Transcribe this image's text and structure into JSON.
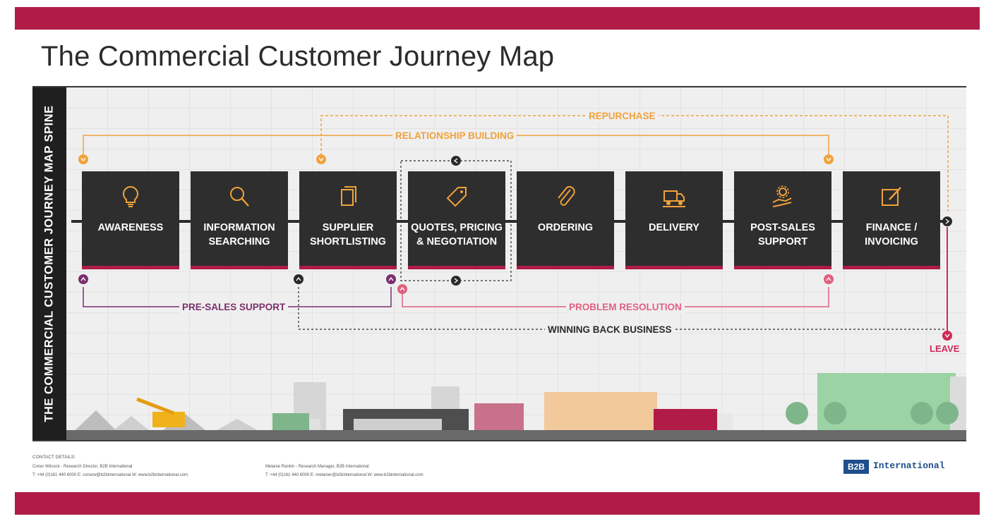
{
  "title": "The Commercial Customer Journey Map",
  "spine_title": "THE COMMERCIAL CUSTOMER JOURNEY MAP SPINE",
  "stages": [
    {
      "label": "AWARENESS",
      "icon": "lightbulb-icon"
    },
    {
      "label": "INFORMATION SEARCHING",
      "icon": "magnifier-icon"
    },
    {
      "label": "SUPPLIER SHORTLISTING",
      "icon": "document-icon"
    },
    {
      "label": "QUOTES, PRICING & NEGOTIATION",
      "icon": "price-tag-icon"
    },
    {
      "label": "ORDERING",
      "icon": "paperclip-icon"
    },
    {
      "label": "DELIVERY",
      "icon": "delivery-truck-icon"
    },
    {
      "label": "POST-SALES SUPPORT",
      "icon": "gear-hand-icon"
    },
    {
      "label": "FINANCE / INVOICING",
      "icon": "edit-icon"
    }
  ],
  "flows": {
    "repurchase": "REPURCHASE",
    "relationship_building": "RELATIONSHIP BUILDING",
    "pre_sales_support": "PRE-SALES SUPPORT",
    "problem_resolution": "PROBLEM RESOLUTION",
    "winning_back_business": "WINNING BACK BUSINESS",
    "leave": "LEAVE"
  },
  "colors": {
    "brand_crimson": "#b01c47",
    "stage_box": "#2f2e2e",
    "orange": "#f0a23b",
    "purple": "#7b2f6d",
    "pink": "#e0607f",
    "dark": "#2b2b2b"
  },
  "footer": {
    "heading": "CONTACT DETAILS:",
    "contact1_name": "Conor Wilcock - Research Director, B2B International",
    "contact1_info": "T: +44 (0)161 440 6000  E: conorw@b2binternational  W: www.b2binternational.com",
    "contact2_name": "Melanie Rankin - Research Manager, B2B International",
    "contact2_info": "T: +44 (0)161 440 6000  E: melanier@b2binternational  W: www.b2binternational.com"
  },
  "logo": {
    "mark": "B2B",
    "text": "International"
  }
}
